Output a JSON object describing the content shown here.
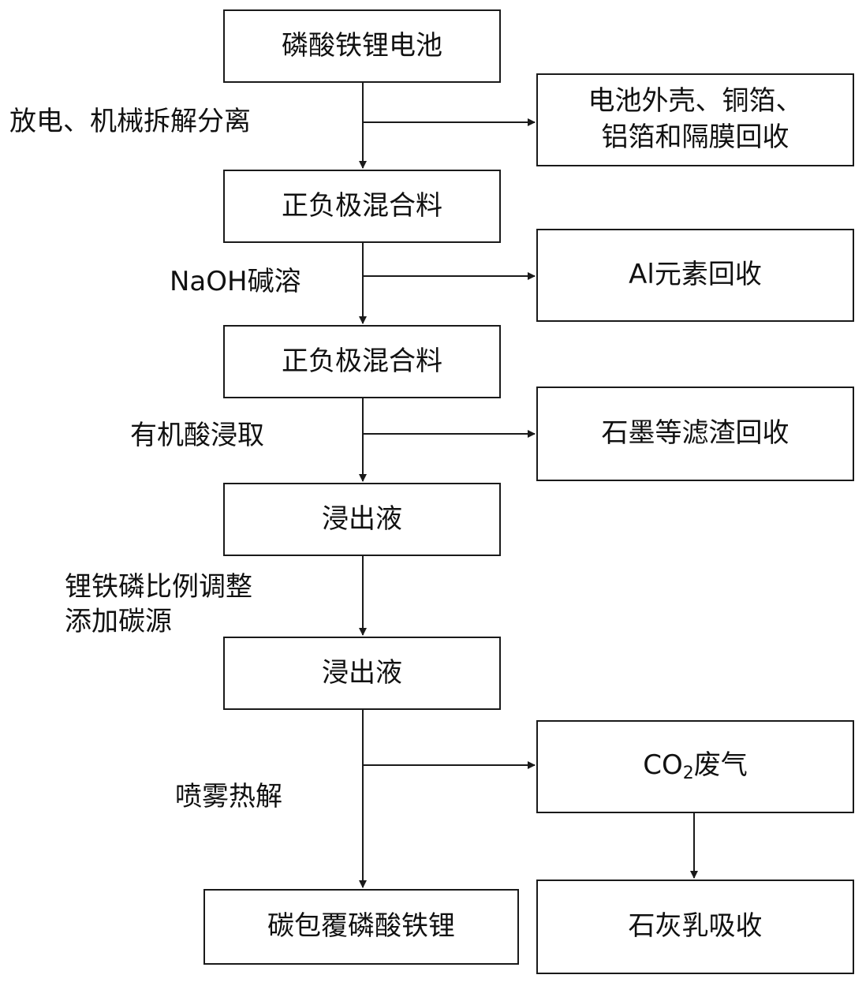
{
  "flow": {
    "step1": "磷酸铁锂电池",
    "step2": "正负极混合料",
    "step3": "正负极混合料",
    "step4": "浸出液",
    "step5": "浸出液",
    "step6": "碳包覆磷酸铁锂"
  },
  "side": {
    "recycle1_line1": "电池外壳、铜箔、",
    "recycle1_line2": "铝箔和隔膜回收",
    "recycle2": "Al元素回收",
    "recycle3": "石墨等滤渣回收",
    "gas_main": "CO",
    "gas_sub": "2",
    "gas_rest": "废气",
    "absorb": "石灰乳吸收"
  },
  "labels": {
    "op1": "放电、机械拆解分离",
    "op2": "NaOH碱溶",
    "op3": "有机酸浸取",
    "op4_line1": "锂铁磷比例调整",
    "op4_line2": "添加碳源",
    "op5": "喷雾热解"
  }
}
